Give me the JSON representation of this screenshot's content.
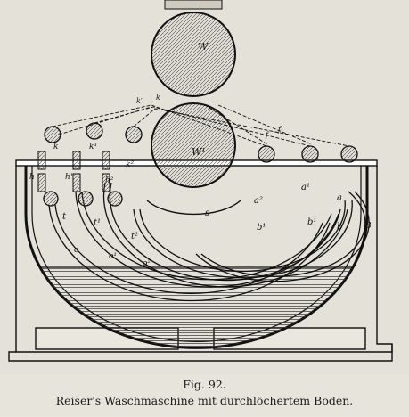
{
  "figure": {
    "number": "Fig. 92.",
    "title": "Reiser's Waschmaschine mit durchlöchertem Boden."
  },
  "labels": {
    "roller_top": "W",
    "roller_bottom": "W¹",
    "k": "k",
    "k1": "k¹",
    "k2": "k²",
    "kprime": "k′",
    "h": "h",
    "h1": "h¹",
    "h2": "h²",
    "t": "t",
    "t1": "t¹",
    "t2": "t²",
    "a": "a",
    "a1": "a¹",
    "a2": "a²",
    "b": "b",
    "b1": "b¹",
    "o": "o",
    "o1": "o¹",
    "o2": "o²",
    "s": "s",
    "B": "B",
    "f": "f",
    "f1": "f¹"
  }
}
